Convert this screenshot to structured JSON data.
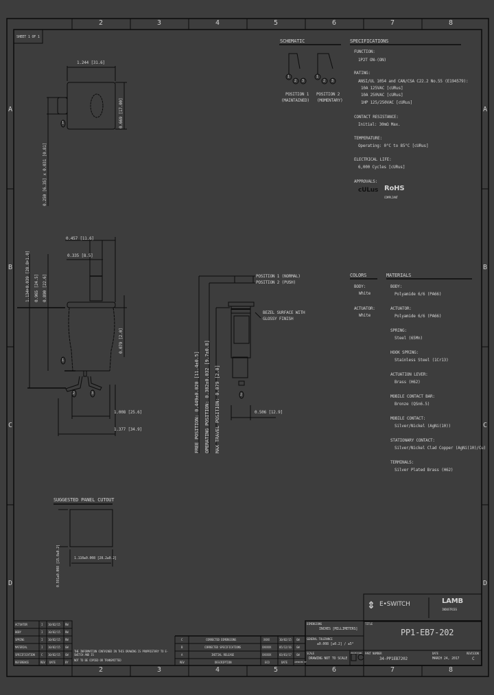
{
  "frame": {
    "columns": [
      "2",
      "3",
      "4",
      "5",
      "6",
      "7",
      "8"
    ],
    "rows": [
      "A",
      "B",
      "C",
      "D"
    ],
    "sheet": "SHEET 1 OF 1"
  },
  "top_view": {
    "width_dim": "1.244 [31.6]",
    "height_dim": "0.669 [17.00]",
    "terminal_dim": "0.250 [6.35] x 0.031 [0.81]",
    "terminal_label": "1"
  },
  "side_view": {
    "dims": [
      "0.457 [11.6]",
      "0.335 [8.5]",
      "1.134+0.039 [28.8+1.0]",
      "0.965 [24.5]",
      "0.890 [22.6]",
      "0.079 [2.0]",
      "1.008 [25.6]",
      "1.377 [34.9]"
    ],
    "terminals": [
      "1",
      "2",
      "3"
    ]
  },
  "front_view": {
    "pos1": "POSITION 1 (NORMAL)",
    "pos2": "POSITION 2 (PUSH)",
    "bezel": [
      "BEZEL SURFACE WITH",
      "GLOSSY FINISH"
    ],
    "free": "FREE POSITION: 0.449±0.020 [11.4±0.5]",
    "operating": "OPERATING POSITION: 0.382±0.032 [9.7±0.8]",
    "max_travel": "MAX TRAVEL POSITION: 0.079 [2.0]",
    "width_dim": "0.506 [12.9]",
    "terminal": "2"
  },
  "schematic": {
    "title": "SCHEMATIC",
    "positions": [
      {
        "label": "POSITION 1",
        "sub": "(MAINTAINED)"
      },
      {
        "label": "POSITION 2",
        "sub": "(MOMENTARY)"
      }
    ],
    "terminals": [
      "1",
      "2",
      "3"
    ]
  },
  "specifications": {
    "title": "SPECIFICATIONS",
    "items": [
      {
        "label": "FUNCTION:",
        "lines": [
          "1P2T ON-(ON)"
        ]
      },
      {
        "label": "RATING:",
        "lines": [
          "ANSI/UL 1054 and CAN/CSA C22.2 No.55 (E194579):",
          "  10A 125VAC [cURus]",
          "  10A 250VAC [cURus]",
          "  1HP 125/250VAC [cURus]"
        ]
      },
      {
        "label": "CONTACT RESISTANCE:",
        "lines": [
          "Initial: 30mΩ Max."
        ]
      },
      {
        "label": "TEMPERATURE:",
        "lines": [
          "Operating: 0°C to 85°C [cURus]"
        ]
      },
      {
        "label": "ELECTRICAL LIFE:",
        "lines": [
          "6,000 Cycles [cURus]"
        ]
      },
      {
        "label": "APPROVALS:",
        "lines": []
      }
    ],
    "rohs": "RoHS",
    "rohs_sub": "COMPLIANT",
    "ul_mark": "cULus"
  },
  "colors": {
    "title": "COLORS",
    "items": [
      {
        "label": "BODY:",
        "value": "White"
      },
      {
        "label": "ACTUATOR:",
        "value": "White"
      }
    ]
  },
  "materials": {
    "title": "MATERIALS",
    "items": [
      {
        "label": "BODY:",
        "value": "Polyamide 6/6 (PA66)"
      },
      {
        "label": "ACTUATOR:",
        "value": "Polyamide 6/6 (PA66)"
      },
      {
        "label": "SPRING:",
        "value": "Steel (65Mn)"
      },
      {
        "label": "HOOK SPRING:",
        "value": "Stainless Steel (1Cr13)"
      },
      {
        "label": "ACTUATION LEVER:",
        "value": "Brass (H62)"
      },
      {
        "label": "MOBILE CONTACT BAR:",
        "value": "Bronze (QSn6.5)"
      },
      {
        "label": "MOBILE CONTACT:",
        "value": "Silver/Nickel (AgNi(10))"
      },
      {
        "label": "STATIONARY CONTACT:",
        "value": "Silver/Nickel Clad Copper (AgNi(10)/Cu)"
      },
      {
        "label": "TERMINALS:",
        "value": "Silver Plated Brass (H62)"
      }
    ]
  },
  "panel_cutout": {
    "title": "SUGGESTED PANEL CUTOUT",
    "width_dim": "1.110±0.008 [28.2±0.2]",
    "height_dim": "0.591±0.008 [15.0±0.2]"
  },
  "title_block": {
    "approvals": [
      [
        "ACTUATOR",
        "I",
        "10/02/15",
        "RW"
      ],
      [
        "BODY",
        "I",
        "10/02/15",
        "RW"
      ],
      [
        "SPRING",
        "I",
        "10/02/15",
        "RW"
      ],
      [
        "MATERIAL",
        "I",
        "10/02/15",
        "GW"
      ],
      [
        "SPECIFICATION",
        "C",
        "10/02/15",
        "GW"
      ],
      [
        "REFERENCE",
        "REV",
        "DATE",
        "BY"
      ]
    ],
    "revisions": [
      [
        "C",
        "CORRECTED DIMENSIONS",
        "XXXX",
        "10/02/15",
        "GW"
      ],
      [
        "B",
        "CORRECTED SPECIFICATIONS",
        "XXXXXX",
        "05/12/16",
        "GW"
      ],
      [
        "A",
        "INITIAL RELEASE",
        "XXXXXX",
        "03/01/17",
        "GW"
      ],
      [
        "REV",
        "DESCRIPTION",
        "ECO",
        "DATE",
        "APPROVED BY"
      ]
    ],
    "notice": [
      "THE INFORMATION CONTAINED IN THIS DRAWING IS PROPRIETARY TO E-SWITCH AND IS",
      "NOT TO BE COPIED OR TRANSMITTED"
    ],
    "dimensions_label": "DIMENSIONS",
    "dimensions_value": "INCHES [MILLIMETERS]",
    "tolerance_label": "GENERAL TOLERANCE",
    "tolerance_value": "±0.008 [±0.2] / ±5°",
    "scale_label": "SCALE",
    "scale_value": "DRAWING NOT TO SCALE",
    "projection_label": "PROJECTION",
    "title_label": "TITLE",
    "title_value": "PP1-EB7-202",
    "part_label": "PART NUMBER",
    "part_value": "34-PP1EB7202",
    "date_label": "DATE",
    "date_value": "MARCH 24, 2017",
    "revision_label": "REVISION",
    "revision_value": "C",
    "brand": "E•SWITCH",
    "brand2": "LAMB",
    "brand2_sub": "INDUSTRIES"
  }
}
